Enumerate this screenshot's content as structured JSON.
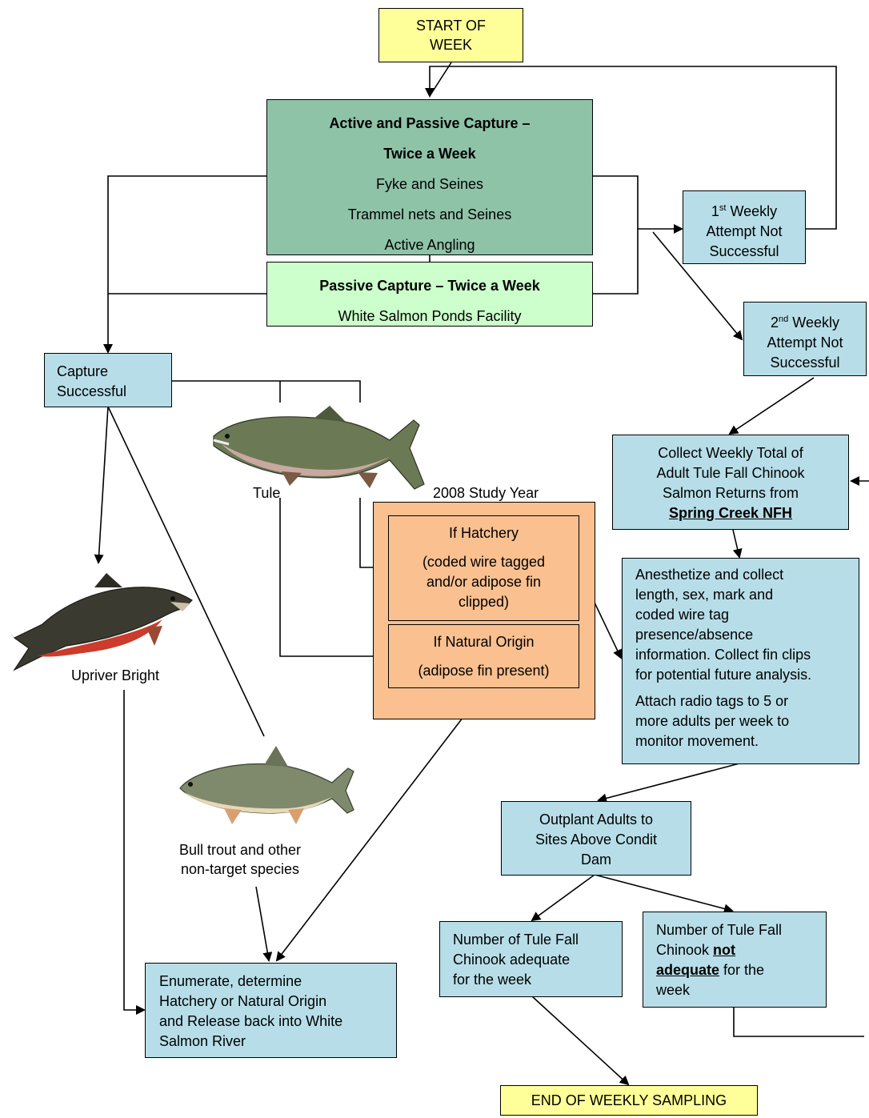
{
  "start": {
    "line1": "START OF",
    "line2": "WEEK"
  },
  "active_passive": {
    "title1": "Active and Passive Capture –",
    "title2": "Twice a Week",
    "items": [
      "Fyke and Seines",
      "Trammel nets and Seines",
      "Active Angling"
    ]
  },
  "passive": {
    "title": "Passive Capture – Twice a Week",
    "item": "White Salmon Ponds Facility"
  },
  "attempt1": {
    "sup": "st",
    "num": "1",
    "line1": " Weekly",
    "line2": "Attempt Not",
    "line3": "Successful"
  },
  "attempt2": {
    "sup": "nd",
    "num": "2",
    "line1": " Weekly",
    "line2": "Attempt Not",
    "line3": "Successful"
  },
  "capture_successful": {
    "line1": "Capture",
    "line2": "Successful"
  },
  "fish_labels": {
    "tule": "Tule",
    "upriver_bright": "Upriver Bright",
    "bull_trout_line1": "Bull trout and other",
    "bull_trout_line2": "non-target  species"
  },
  "study_year": "2008 Study Year",
  "hatchery": {
    "title": "If Hatchery",
    "line1": "(coded wire tagged",
    "line2": "and/or adipose fin",
    "line3": "clipped)"
  },
  "natural": {
    "title": "If Natural Origin",
    "line1": "(adipose fin present)"
  },
  "collect_weekly": {
    "line1": "Collect Weekly Total of",
    "line2": "Adult Tule Fall Chinook",
    "line3": "Salmon Returns from",
    "line4": "Spring Creek NFH"
  },
  "anesthetize": {
    "p1_lines": [
      "Anesthetize and collect",
      "length, sex, mark and",
      "coded wire tag",
      "presence/absence",
      "information.  Collect fin clips",
      "for potential future analysis."
    ],
    "p2_lines": [
      "Attach radio tags to 5 or",
      "more adults per week to",
      "monitor movement."
    ]
  },
  "outplant": {
    "line1": "Outplant Adults to",
    "line2": "Sites Above Condit",
    "line3": "Dam"
  },
  "adequate": {
    "line1": "Number of Tule Fall",
    "line2": "Chinook adequate",
    "line3": "for the week"
  },
  "not_adequate": {
    "line1": "Number of Tule Fall",
    "line2a": "Chinook ",
    "line2b": "not",
    "line3a": "adequate",
    "line3b": " for the",
    "line4": "week"
  },
  "enumerate": {
    "line1": "Enumerate, determine",
    "line2": "Hatchery or Natural Origin",
    "line3": "and Release back into White",
    "line4": "Salmon River"
  },
  "end": "END OF WEEKLY SAMPLING",
  "colors": {
    "yellow": "#ffff99",
    "teal": "#b7dee8",
    "dark_green": "#8fc3a8",
    "light_green": "#ccffcc",
    "orange": "#fac090"
  }
}
